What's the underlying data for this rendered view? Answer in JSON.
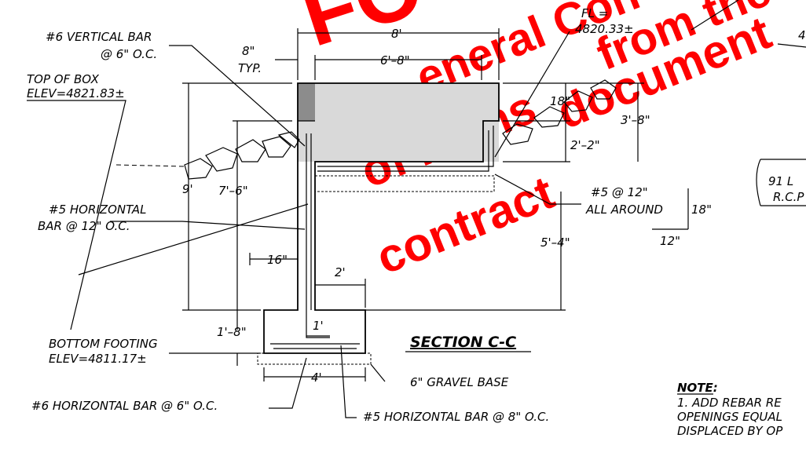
{
  "labels": {
    "vert_bar_1": "#6 VERTICAL BAR",
    "vert_bar_2": "@ 6\" O.C.",
    "top_box_1": "TOP OF BOX",
    "top_box_2": "ELEV=4821.83±",
    "typ_1": "8\"",
    "typ_2": "TYP.",
    "dim_8": "8'",
    "dim_6_8": "6'–8\"",
    "fl_1": "FL =",
    "fl_2": "4820.33±",
    "dim_18": "18\"",
    "dim_3_8": "3'–8\"",
    "dim_2_2": "2'–2\"",
    "dim_9": "9'",
    "dim_7_6": "7'–6\"",
    "horiz_bar_1": "#5 HORIZONTAL",
    "horiz_bar_2": "BAR @ 12\" O.C.",
    "all_around_1": "#5 @ 12\"",
    "all_around_2": "ALL AROUND",
    "dim_18b": "18\"",
    "dim_12": "12\"",
    "dim_5_4": "5'–4\"",
    "dim_16": "16\"",
    "dim_2": "2'",
    "dim_1_8": "1'–8\"",
    "dim_1": "1'",
    "section_title": "SECTION C-C",
    "bottom_footing_1": "BOTTOM FOOTING",
    "bottom_footing_2": "ELEV=4811.17±",
    "dim_4": "4'",
    "gravel": "6\" GRAVEL BASE",
    "bottom_bar_6": "#6 HORIZONTAL BAR @ 6\" O.C.",
    "bottom_bar_5": "#5 HORIZONTAL BAR @ 8\" O.C.",
    "pipe_1": "91 L",
    "pipe_2": "R.C.P",
    "note_title": "NOTE:",
    "note_1": "1. ADD REBAR RE",
    "note_2": "OPENINGS EQUAL",
    "note_3": "DISPLACED BY OP",
    "right_edge_4": "4"
  },
  "watermark": {
    "line_fo": "FO",
    "line_general": "eneral Con",
    "line_from_the": "from the",
    "line_plans": "of Plans",
    "line_document": "document",
    "line_contract": "contract",
    "color": "#ff0000"
  },
  "colors": {
    "concrete_fill": "#d9d9d9",
    "dark_fill": "#8c8c8c",
    "line": "#000000"
  }
}
